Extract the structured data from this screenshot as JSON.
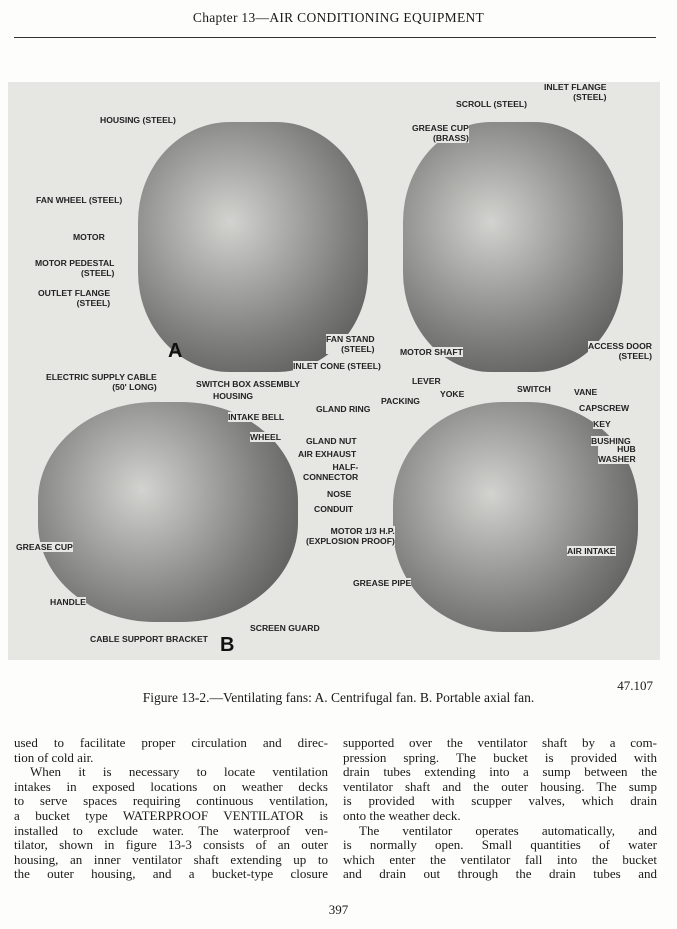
{
  "header": "Chapter 13—AIR CONDITIONING EQUIPMENT",
  "figure": {
    "panel_a": "A",
    "panel_b": "B",
    "labels": [
      "HOUSING (STEEL)",
      "FAN WHEEL (STEEL)",
      "MOTOR",
      "MOTOR PEDESTAL\n(STEEL)",
      "OUTLET FLANGE\n(STEEL)",
      "FAN STAND\n(STEEL)",
      "INLET CONE (STEEL)",
      "INLET FLANGE\n(STEEL)",
      "SCROLL (STEEL)",
      "GREASE CUP\n(BRASS)",
      "MOTOR SHAFT",
      "ACCESS DOOR\n(STEEL)",
      "ELECTRIC SUPPLY CABLE\n(50' LONG)",
      "SWITCH BOX ASSEMBLY",
      "HOUSING",
      "INTAKE BELL",
      "WHEEL",
      "GREASE CUP",
      "HANDLE",
      "CABLE SUPPORT BRACKET",
      "SCREEN GUARD",
      "LEVER",
      "YOKE",
      "PACKING",
      "GLAND RING",
      "SWITCH",
      "VANE",
      "CAPSCREW",
      "KEY",
      "BUSHING",
      "HUB\nWASHER",
      "GLAND NUT",
      "AIR EXHAUST",
      "HALF-\nCONNECTOR",
      "NOSE",
      "CONDUIT",
      "MOTOR 1/3 H.P.\n(EXPLOSION PROOF)",
      "AIR INTAKE",
      "GREASE PIPE"
    ],
    "number": "47.107",
    "caption": "Figure 13-2.—Ventilating fans: A. Centrifugal fan. B. Portable axial fan."
  },
  "left_column": [
    "used to facilitate proper circulation and direc-",
    "tion of cold air.",
    "When it is necessary to locate ventilation",
    "intakes in exposed locations on weather decks",
    "to serve spaces requiring continuous ventilation,",
    "a bucket type WATERPROOF VENTILATOR is",
    "installed to exclude water. The waterproof ven-",
    "tilator, shown in figure 13-3 consists of an outer",
    "housing, an inner ventilator shaft extending up to",
    "the outer housing, and a bucket-type closure"
  ],
  "right_column": [
    "supported over the ventilator shaft by a com-",
    "pression spring. The bucket is provided with",
    "drain tubes extending into a sump between the",
    "ventilator shaft and the outer housing. The sump",
    "is provided with scupper valves, which drain",
    "onto the weather deck.",
    "The ventilator operates automatically, and",
    "is normally open. Small quantities of water",
    "which enter the ventilator fall into the bucket",
    "and drain out through the drain tubes and"
  ],
  "page_number": "397"
}
